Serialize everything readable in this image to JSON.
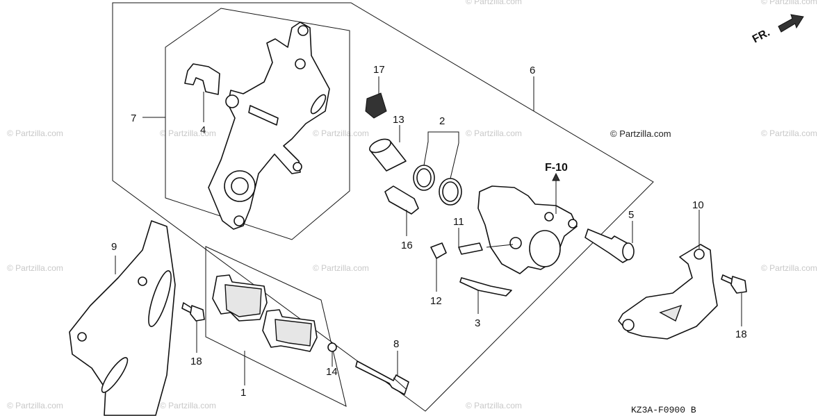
{
  "diagram": {
    "callouts": {
      "c1": "1",
      "c2": "2",
      "c3": "3",
      "c4": "4",
      "c5": "5",
      "c6": "6",
      "c7": "7",
      "c8": "8",
      "c9": "9",
      "c10": "10",
      "c11": "11",
      "c12": "12",
      "c13": "13",
      "c14": "14",
      "c16": "16",
      "c17": "17",
      "c18a": "18",
      "c18b": "18"
    },
    "reference": "F-10",
    "front_indicator": "FR.",
    "copyright": "© Partzilla.com",
    "watermark": "© Partzilla.com",
    "diagram_code": "KZ3A-F0900 B"
  }
}
